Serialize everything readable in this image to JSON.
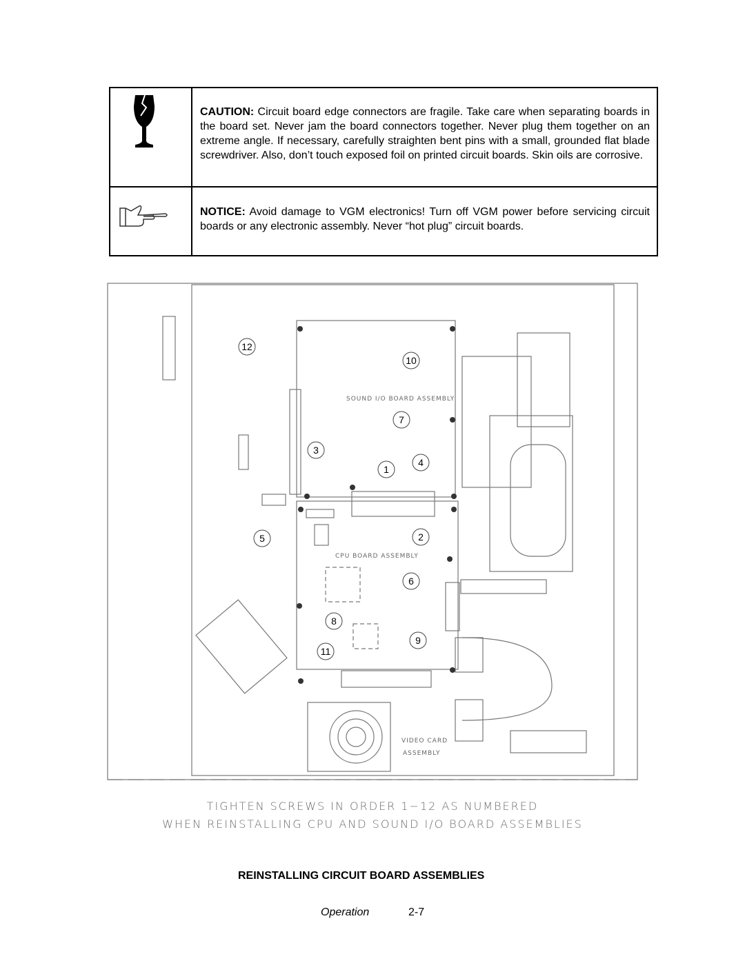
{
  "notices": [
    {
      "icon": "fragile-glass-icon",
      "label": "CAUTION:",
      "text": " Circuit board edge connectors are fragile. Take care when separating boards in the board set. Never jam the board connectors together. Never plug them together on an extreme angle. If necessary, carefully straighten bent pins with a small, grounded flat blade screwdriver. Also, don’t touch exposed foil on printed circuit boards. Skin oils are corrosive."
    },
    {
      "icon": "pointing-hand-icon",
      "label": "NOTICE:",
      "text": " Avoid damage to VGM electronics! Turn off VGM power before servicing circuit boards or any electronic assembly. Never “hot plug” circuit boards."
    }
  ],
  "diagram": {
    "labels": {
      "sound_board": "SOUND I/O BOARD ASSEMBLY",
      "cpu_board": "CPU BOARD ASSEMBLY",
      "video_card_1": "VIDEO CARD",
      "video_card_2": "ASSEMBLY"
    },
    "screws": [
      "12",
      "10",
      "7",
      "3",
      "4",
      "1",
      "5",
      "2",
      "6",
      "8",
      "9",
      "11"
    ]
  },
  "caption": {
    "line1": "TIGHTEN SCREWS IN ORDER 1−12 AS NUMBERED",
    "line2": "WHEN REINSTALLING CPU AND SOUND I/O BOARD ASSEMBLIES"
  },
  "figure_title": "REINSTALLING CIRCUIT BOARD ASSEMBLIES",
  "footer": {
    "section": "Operation",
    "page": "2-7"
  }
}
